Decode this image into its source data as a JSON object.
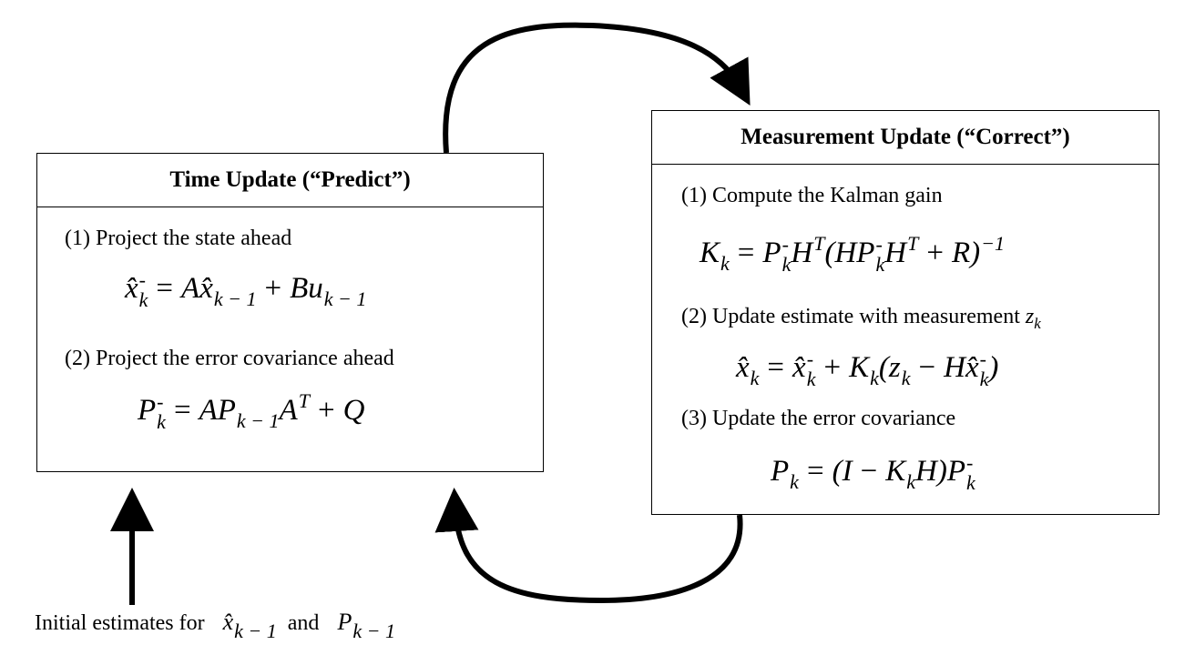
{
  "time_update": {
    "title": "Time Update (“Predict”)",
    "step1": "(1) Project the state ahead",
    "step2": "(2) Project the error covariance ahead",
    "eq1": [
      {
        "b": "x̂",
        "sub": "k",
        "sup": "-"
      },
      {
        "op": "="
      },
      {
        "b": "A"
      },
      {
        "b": "x̂",
        "sub": "k − 1"
      },
      {
        "op": "+"
      },
      {
        "b": "B"
      },
      {
        "b": "u",
        "sub": "k − 1"
      }
    ],
    "eq2": [
      {
        "b": "P",
        "sub": "k",
        "sup": "-"
      },
      {
        "op": "="
      },
      {
        "b": "A"
      },
      {
        "b": "P",
        "sub": "k − 1"
      },
      {
        "b": "A",
        "sup": "T"
      },
      {
        "op": "+"
      },
      {
        "b": "Q"
      }
    ]
  },
  "measurement_update": {
    "title": "Measurement Update (“Correct”)",
    "step1": "(1) Compute the Kalman gain",
    "step2": "(2) Update estimate with measurement",
    "step2_var": "z",
    "step2_var_sub": "k",
    "step3": "(3) Update the error covariance",
    "eq1": [
      {
        "b": "K",
        "sub": "k"
      },
      {
        "op": "="
      },
      {
        "b": "P",
        "sub": "k",
        "sup": "-"
      },
      {
        "b": "H",
        "sup": "T"
      },
      {
        "b": "("
      },
      {
        "b": "H"
      },
      {
        "b": "P",
        "sub": "k",
        "sup": "-"
      },
      {
        "b": "H",
        "sup": "T"
      },
      {
        "op": "+"
      },
      {
        "b": "R"
      },
      {
        "b": ")",
        "sup": "−1"
      }
    ],
    "eq2": [
      {
        "b": "x̂",
        "sub": "k"
      },
      {
        "op": "="
      },
      {
        "b": "x̂",
        "sub": "k",
        "sup": "-"
      },
      {
        "op": "+"
      },
      {
        "b": "K",
        "sub": "k"
      },
      {
        "b": "("
      },
      {
        "b": "z",
        "sub": "k"
      },
      {
        "op": "−"
      },
      {
        "b": "H"
      },
      {
        "b": "x̂",
        "sub": "k",
        "sup": "-"
      },
      {
        "b": ")"
      }
    ],
    "eq3": [
      {
        "b": "P",
        "sub": "k"
      },
      {
        "op": "="
      },
      {
        "b": "("
      },
      {
        "b": "I"
      },
      {
        "op": "−"
      },
      {
        "b": "K",
        "sub": "k"
      },
      {
        "b": "H"
      },
      {
        "b": ")"
      },
      {
        "b": "P",
        "sub": "k",
        "sup": "-"
      }
    ]
  },
  "initial": {
    "text": "Initial estimates for",
    "and": "and",
    "x": [
      {
        "b": "x̂",
        "sub": "k − 1"
      }
    ],
    "p": [
      {
        "b": "P",
        "sub": "k − 1"
      }
    ]
  }
}
